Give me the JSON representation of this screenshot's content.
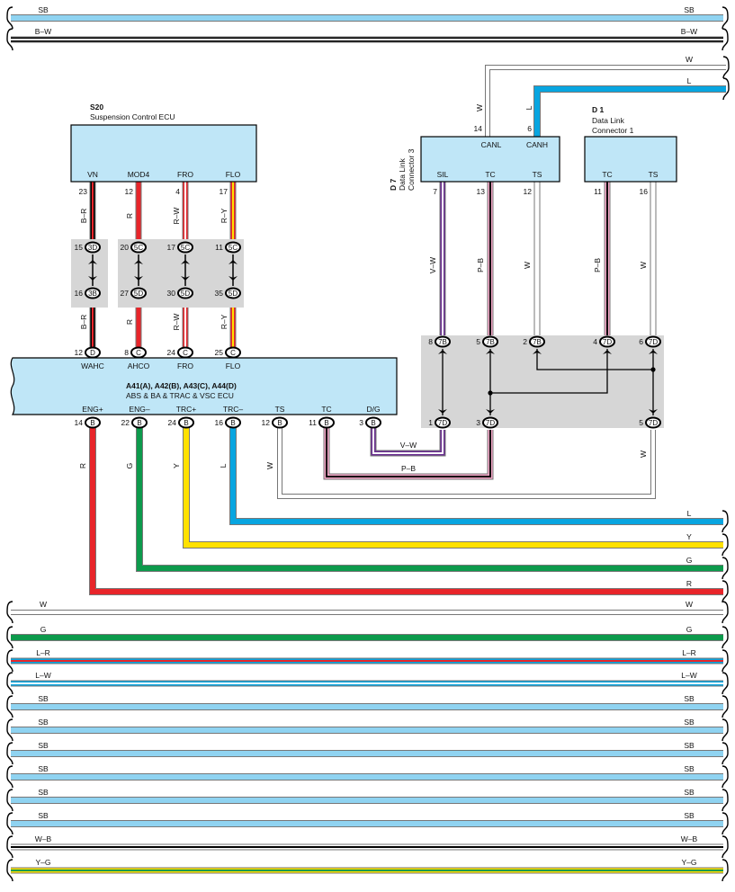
{
  "colors": {
    "SB": "#8fd3f1",
    "L": "#08a5e0",
    "R": "#e8252a",
    "G": "#0d9a4c",
    "Y": "#ffe100",
    "W": "#ffffff",
    "B": "#000000",
    "V": "#6a2c91",
    "P": "#f5a7c8",
    "wire_outline": "#777777",
    "ecu_fill": "#bfe6f7",
    "junction_fill": "#d6d6d6"
  },
  "top_buses": [
    {
      "label_left": "SB",
      "label_right": "SB",
      "color": "SB"
    },
    {
      "label_left": "B–W",
      "label_right": "B–W",
      "color": "B-W"
    }
  ],
  "bottom_buses": [
    {
      "label_left": "W",
      "label_right": "W",
      "color": "W"
    },
    {
      "label_left": "G",
      "label_right": "G",
      "color": "G"
    },
    {
      "label_left": "L–R",
      "label_right": "L–R",
      "color": "L-R"
    },
    {
      "label_left": "L–W",
      "label_right": "L–W",
      "color": "L-W"
    },
    {
      "label_left": "SB",
      "label_right": "SB",
      "color": "SB"
    },
    {
      "label_left": "SB",
      "label_right": "SB",
      "color": "SB"
    },
    {
      "label_left": "SB",
      "label_right": "SB",
      "color": "SB"
    },
    {
      "label_left": "SB",
      "label_right": "SB",
      "color": "SB"
    },
    {
      "label_left": "SB",
      "label_right": "SB",
      "color": "SB"
    },
    {
      "label_left": "SB",
      "label_right": "SB",
      "color": "SB"
    },
    {
      "label_left": "W–B",
      "label_right": "W–B",
      "color": "W-B"
    },
    {
      "label_left": "Y–G",
      "label_right": "Y–G",
      "color": "Y-G"
    }
  ],
  "suspension_ecu": {
    "code": "S20",
    "name": "Suspension Control ECU",
    "pins": [
      {
        "name": "VN",
        "num": "23",
        "color_label": "B–R",
        "j_top_num": "15",
        "j_top_id": "3D",
        "j_bot_num": "16",
        "j_bot_id": "3B",
        "ecu_pin": "12",
        "ecu_conn": "D",
        "ecu_name": "WAHC"
      },
      {
        "name": "MOD4",
        "num": "12",
        "color_label": "R",
        "j_top_num": "20",
        "j_top_id": "5C",
        "j_bot_num": "27",
        "j_bot_id": "5D",
        "ecu_pin": "8",
        "ecu_conn": "C",
        "ecu_name": "AHCO"
      },
      {
        "name": "FRO",
        "num": "4",
        "color_label": "R–W",
        "j_top_num": "17",
        "j_top_id": "5C",
        "j_bot_num": "30",
        "j_bot_id": "5D",
        "ecu_pin": "24",
        "ecu_conn": "C",
        "ecu_name": "FRO"
      },
      {
        "name": "FLO",
        "num": "17",
        "color_label": "R–Y",
        "j_top_num": "11",
        "j_top_id": "5C",
        "j_bot_num": "35",
        "j_bot_id": "5D",
        "ecu_pin": "25",
        "ecu_conn": "C",
        "ecu_name": "FLO"
      }
    ]
  },
  "abs_ecu": {
    "title": "A41(A), A42(B), A43(C), A44(D)",
    "subtitle": "ABS & BA & TRAC & VSC ECU",
    "bottom_pins": [
      {
        "name": "ENG+",
        "num": "14",
        "conn": "B",
        "color_label": "R",
        "out_label": "R"
      },
      {
        "name": "ENG–",
        "num": "22",
        "conn": "B",
        "color_label": "G",
        "out_label": "G"
      },
      {
        "name": "TRC+",
        "num": "24",
        "conn": "B",
        "color_label": "Y",
        "out_label": "Y"
      },
      {
        "name": "TRC–",
        "num": "16",
        "conn": "B",
        "color_label": "L",
        "out_label": "L"
      },
      {
        "name": "TS",
        "num": "12",
        "conn": "B",
        "color_label": "W"
      },
      {
        "name": "TC",
        "num": "11",
        "conn": "B",
        "color_label": "P–B"
      },
      {
        "name": "D/G",
        "num": "3",
        "conn": "B",
        "color_label": "V–W"
      }
    ]
  },
  "d7": {
    "code": "D 7",
    "name_line1": "Data Link",
    "name_line2": "Connector 3",
    "top_pins": [
      {
        "name": "CANL",
        "num": "14",
        "wire_label": "W",
        "out_label": "W"
      },
      {
        "name": "CANH",
        "num": "6",
        "wire_label": "L",
        "out_label": "L"
      }
    ],
    "bottom_pins": [
      {
        "name": "SIL",
        "num": "7",
        "wire_label": "V–W",
        "j_num": "8",
        "j_id": "7B"
      },
      {
        "name": "TC",
        "num": "13",
        "wire_label": "P–B",
        "j_num": "5",
        "j_id": "7B"
      },
      {
        "name": "TS",
        "num": "12",
        "wire_label": "W",
        "j_num": "2",
        "j_id": "7B"
      }
    ]
  },
  "d1": {
    "code": "D 1",
    "name_line1": "Data Link",
    "name_line2": "Connector 1",
    "pins": [
      {
        "name": "TC",
        "num": "11",
        "wire_label": "P–B",
        "j_num": "4",
        "j_id": "7D"
      },
      {
        "name": "TS",
        "num": "16",
        "wire_label": "W",
        "j_num": "6",
        "j_id": "7D"
      }
    ]
  },
  "junction_bottom": [
    {
      "num": "1",
      "id": "7D"
    },
    {
      "num": "3",
      "id": "7D"
    },
    {
      "num": "5",
      "id": "7D"
    }
  ]
}
